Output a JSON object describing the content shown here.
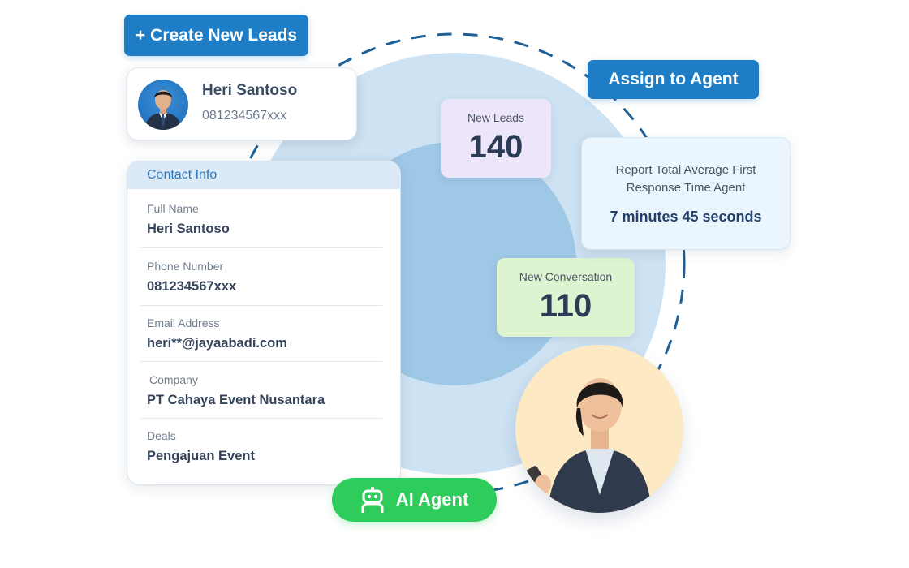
{
  "actions": {
    "create_leads_icon": "+",
    "create_leads_label": "Create New Leads",
    "assign_label": "Assign to Agent",
    "ai_agent_label": "AI Agent"
  },
  "profile": {
    "name": "Heri Santoso",
    "phone": "081234567xxx"
  },
  "contact_info": {
    "header": "Contact Info",
    "fields": [
      {
        "label": "Full Name",
        "value": "Heri Santoso"
      },
      {
        "label": "Phone Number",
        "value": "081234567xxx"
      },
      {
        "label": "Email Address",
        "value": "heri**@jayaabadi.com"
      },
      {
        "label": "Company",
        "value": "PT Cahaya Event Nusantara"
      },
      {
        "label": "Deals",
        "value": "Pengajuan Event"
      }
    ]
  },
  "stats": {
    "new_leads_label": "New Leads",
    "new_leads_value": "140",
    "new_conversation_label": "New Conversation",
    "new_conversation_value": "110"
  },
  "report": {
    "title": "Report Total Average First Response Time Agent",
    "value": "7 minutes 45 seconds"
  },
  "colors": {
    "primary_blue": "#1f7dc6",
    "green": "#2ecc5a",
    "light_blue_circle": "#cde2f2",
    "mid_blue_circle": "#9fc8e6",
    "leads_card": "#ede6fb",
    "conversation_card": "#def4d0",
    "report_card": "#eaf5fd"
  },
  "icons": {
    "ai_agent": "robot-icon",
    "profile": "avatar-photo",
    "agent": "agent-photo"
  }
}
